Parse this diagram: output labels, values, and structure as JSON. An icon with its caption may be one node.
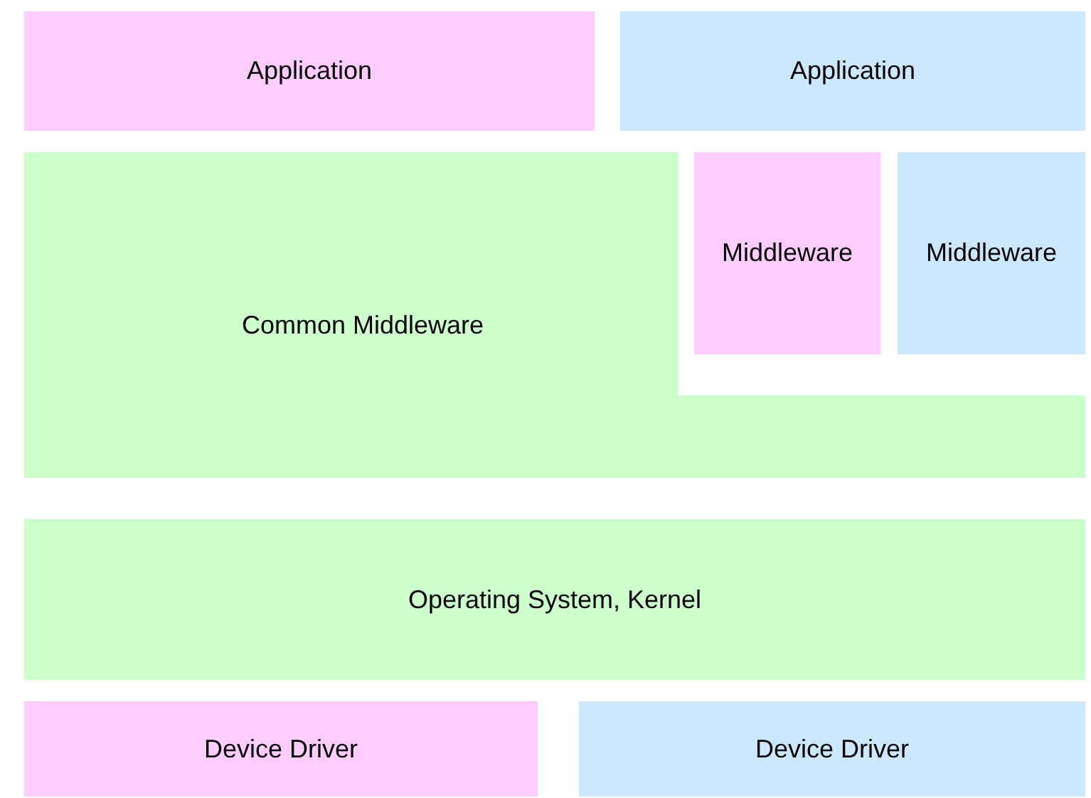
{
  "diagram": {
    "nodes": [
      {
        "text": [
          "Application"
        ]
      },
      {
        "text": [
          "Application"
        ]
      },
      {
        "text": [
          "Common Middleware"
        ]
      },
      {
        "text": [
          "Middleware"
        ]
      },
      {
        "text": [
          "Middleware"
        ]
      },
      {
        "text": [
          "Operating System, Kernel"
        ]
      },
      {
        "text": [
          "Device Driver"
        ]
      },
      {
        "text": [
          "Device Driver"
        ]
      }
    ]
  }
}
